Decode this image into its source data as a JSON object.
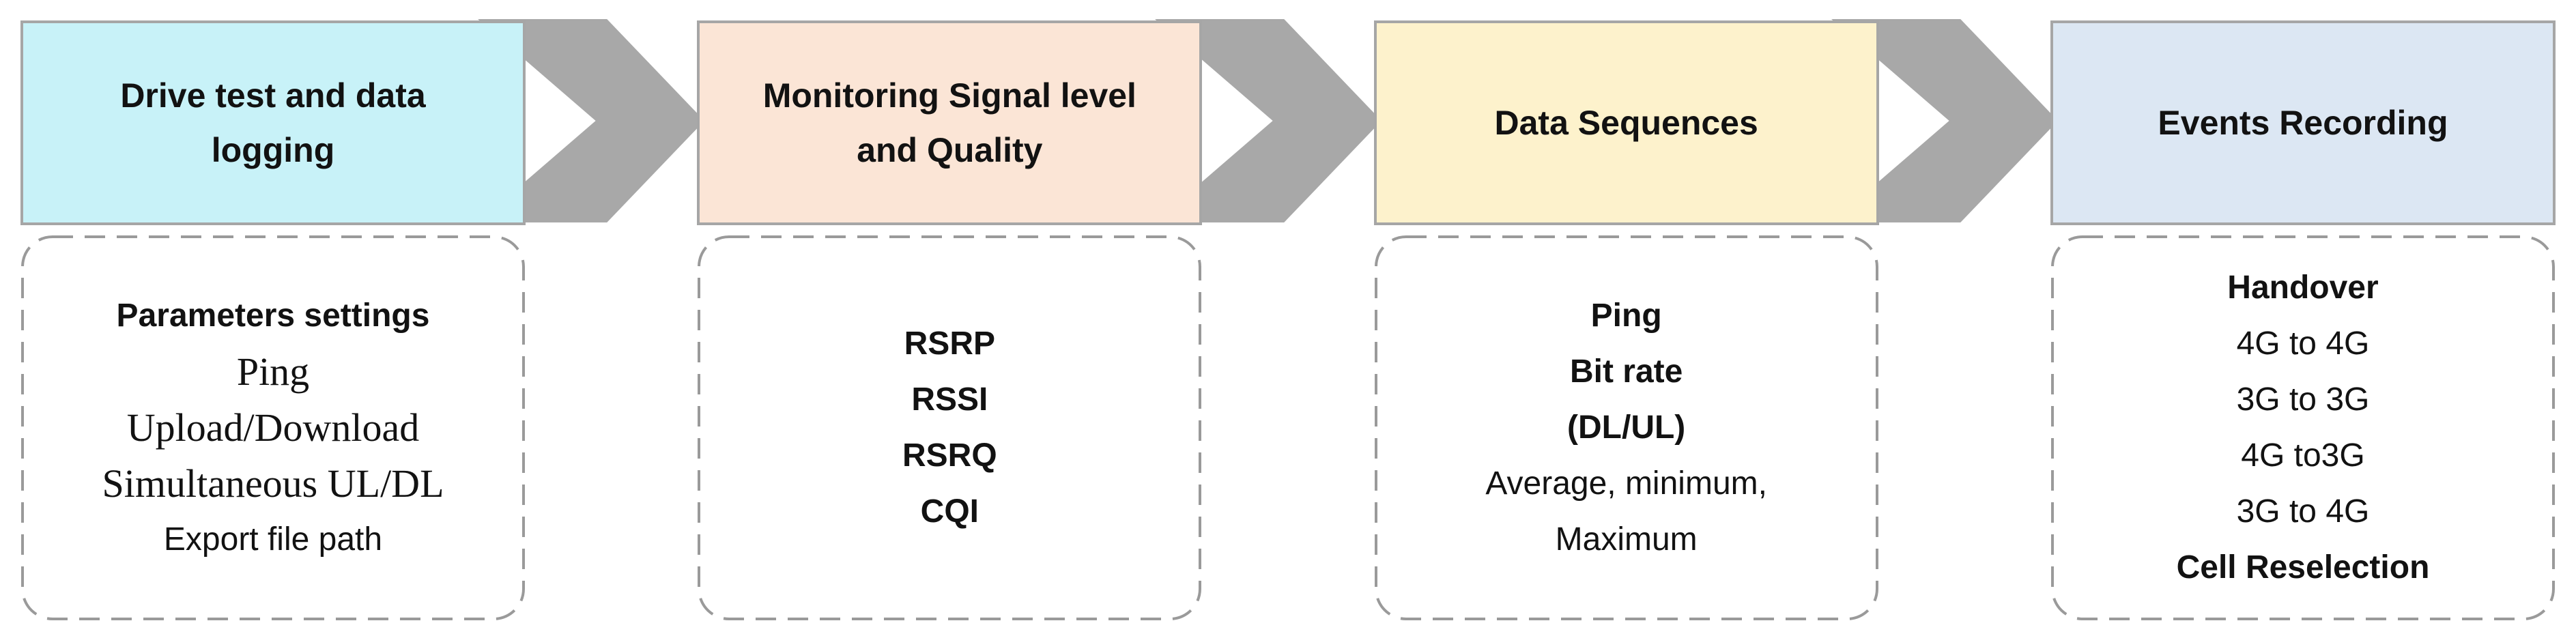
{
  "diagram": {
    "type": "process-flow",
    "stages": [
      {
        "title": "Drive test and data logging",
        "fill": "#c8f2f8",
        "items": [
          "Parameters settings",
          "Ping",
          "Upload/Download",
          "Simultaneous UL/DL",
          "Export file path"
        ]
      },
      {
        "title": "Monitoring Signal level and Quality",
        "fill": "#fbe5d6",
        "items": [
          "RSRP",
          "RSSI",
          "RSRQ",
          "CQI"
        ]
      },
      {
        "title": "Data Sequences",
        "fill": "#fdf2cc",
        "items": [
          "Ping",
          "Bit rate",
          "(DL/UL)",
          "Average, minimum,",
          "Maximum"
        ]
      },
      {
        "title": "Events Recording",
        "fill": "#dce7f3",
        "items": [
          "Handover",
          "4G to 4G",
          "3G to 3G",
          "4G to3G",
          "3G to 4G",
          "Cell Reselection"
        ]
      }
    ],
    "icons": {
      "flow_arrow": "chevron-right"
    },
    "colors": {
      "chevron": "#a8a8a8",
      "box_border": "#a6a6a6",
      "dashed_border": "#9a9a9a",
      "text": "#121212"
    }
  }
}
